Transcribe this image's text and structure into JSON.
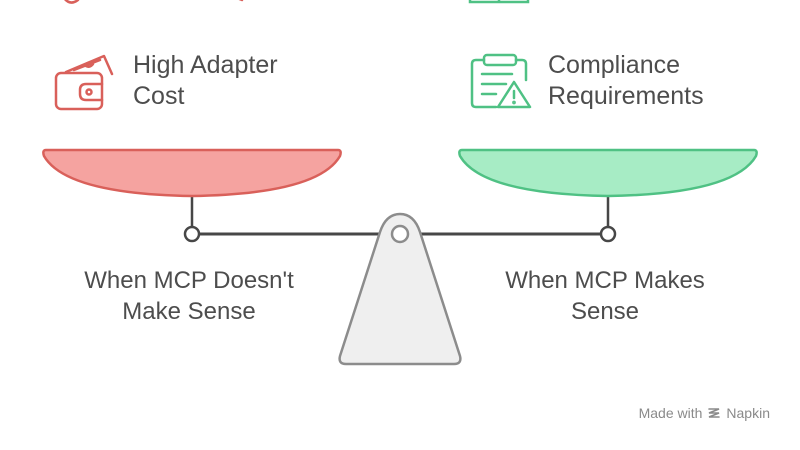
{
  "left_item": {
    "label_line1": "High Adapter",
    "label_line2": "Cost",
    "icon": "wallet-cash-icon"
  },
  "right_item": {
    "label_line1": "Compliance",
    "label_line2": "Requirements",
    "icon": "clipboard-warning-icon"
  },
  "left_side": {
    "label_line1": "When MCP Doesn't",
    "label_line2": "Make Sense"
  },
  "right_side": {
    "label_line1": "When MCP Makes",
    "label_line2": "Sense"
  },
  "footer": {
    "prefix": "Made with",
    "brand": "Napkin"
  },
  "colors": {
    "left_stroke": "#d9605a",
    "left_fill": "#f5a3a0",
    "right_stroke": "#4fc184",
    "right_fill": "#a7ecc5",
    "beam": "#474747",
    "fulcrum_fill": "#efefef",
    "fulcrum_stroke": "#8c8c8c"
  }
}
